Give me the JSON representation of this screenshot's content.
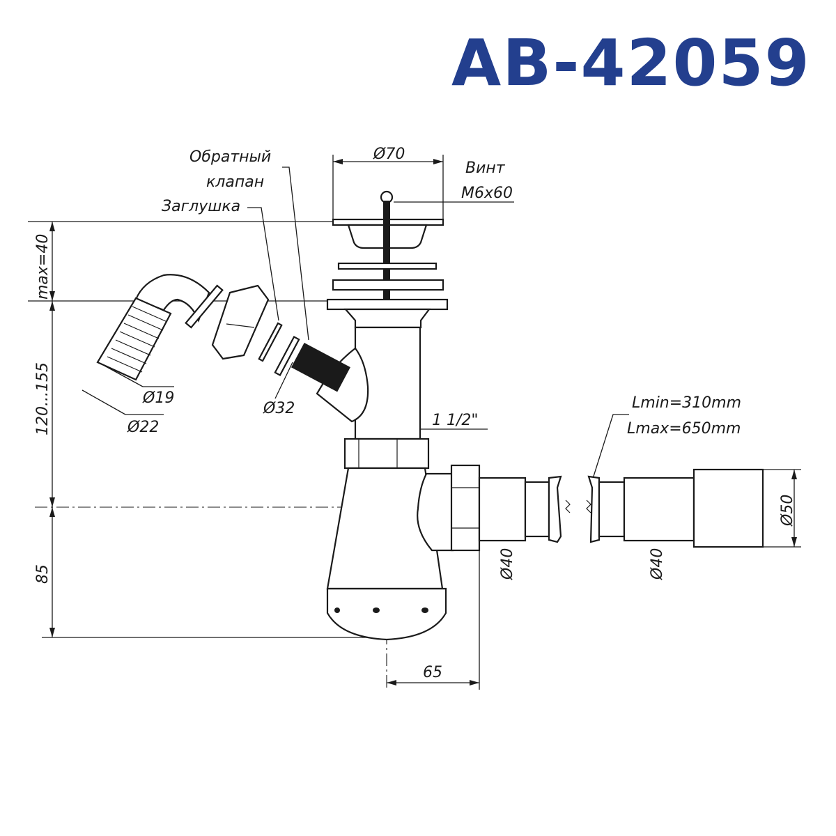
{
  "title": "AB-42059",
  "colors": {
    "title": "#233f8e",
    "lines": "#1a1a1a"
  },
  "callouts": {
    "check_valve_line1": "Обратный",
    "check_valve_line2": "клапан",
    "plug": "Заглушка",
    "screw_line1": "Винт",
    "screw_line2": "M6x60",
    "length_min": "Lmin=310mm",
    "length_max": "Lmax=650mm"
  },
  "dimensions": {
    "top_diameter": "Ø70",
    "max_height": "max=40",
    "range_height": "120...155",
    "bottom_height": "85",
    "outlet_offset": "65",
    "hose_inner": "Ø19",
    "hose_outer": "Ø22",
    "branch_diameter": "Ø32",
    "thread": "1 1/2\"",
    "outlet_pipe_1": "Ø40",
    "outlet_pipe_2": "Ø40",
    "outlet_end": "Ø50"
  }
}
